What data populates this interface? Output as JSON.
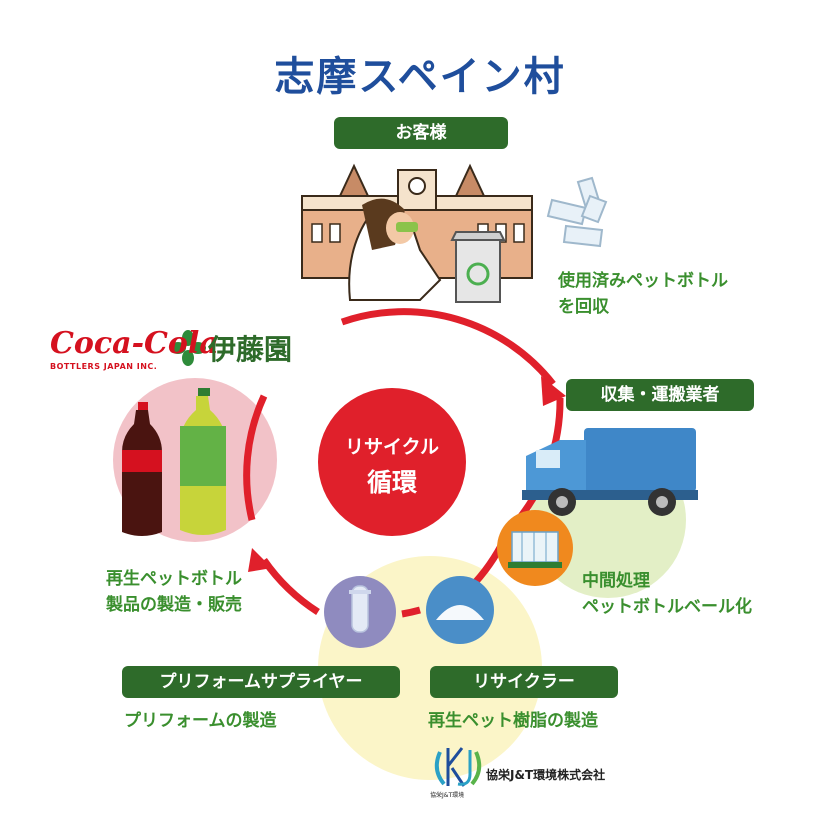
{
  "title": "志摩スペイン村",
  "center": {
    "line1": "リサイクル",
    "line2": "循環"
  },
  "stages": {
    "customer": {
      "label": "お客様",
      "desc_line1": "使用済みペットボトル",
      "desc_line2": "を回収"
    },
    "collector": {
      "label": "収集・運搬業者"
    },
    "intermediate": {
      "desc_line1": "中間処理",
      "desc_line2": "ペットボトルベール化"
    },
    "recycler": {
      "label": "リサイクラー",
      "desc": "再生ペット樹脂の製造"
    },
    "preform": {
      "label": "プリフォームサプライヤー",
      "desc": "プリフォームの製造"
    },
    "bottler": {
      "desc_line1": "再生ペットボトル",
      "desc_line2": "製品の製造・販売"
    }
  },
  "logos": {
    "cocacola": "Coca-Cola",
    "cocacola_sub": "BOTTLERS JAPAN INC.",
    "itoen": "伊藤園",
    "kj_name": "協栄J&T環境株式会社",
    "kj_small": "協栄J&T環境"
  },
  "colors": {
    "cycle_red": "#e0202b",
    "label_green": "#2e6b2a",
    "text_green": "#3a8f2e",
    "title_blue": "#1f4e9c"
  }
}
